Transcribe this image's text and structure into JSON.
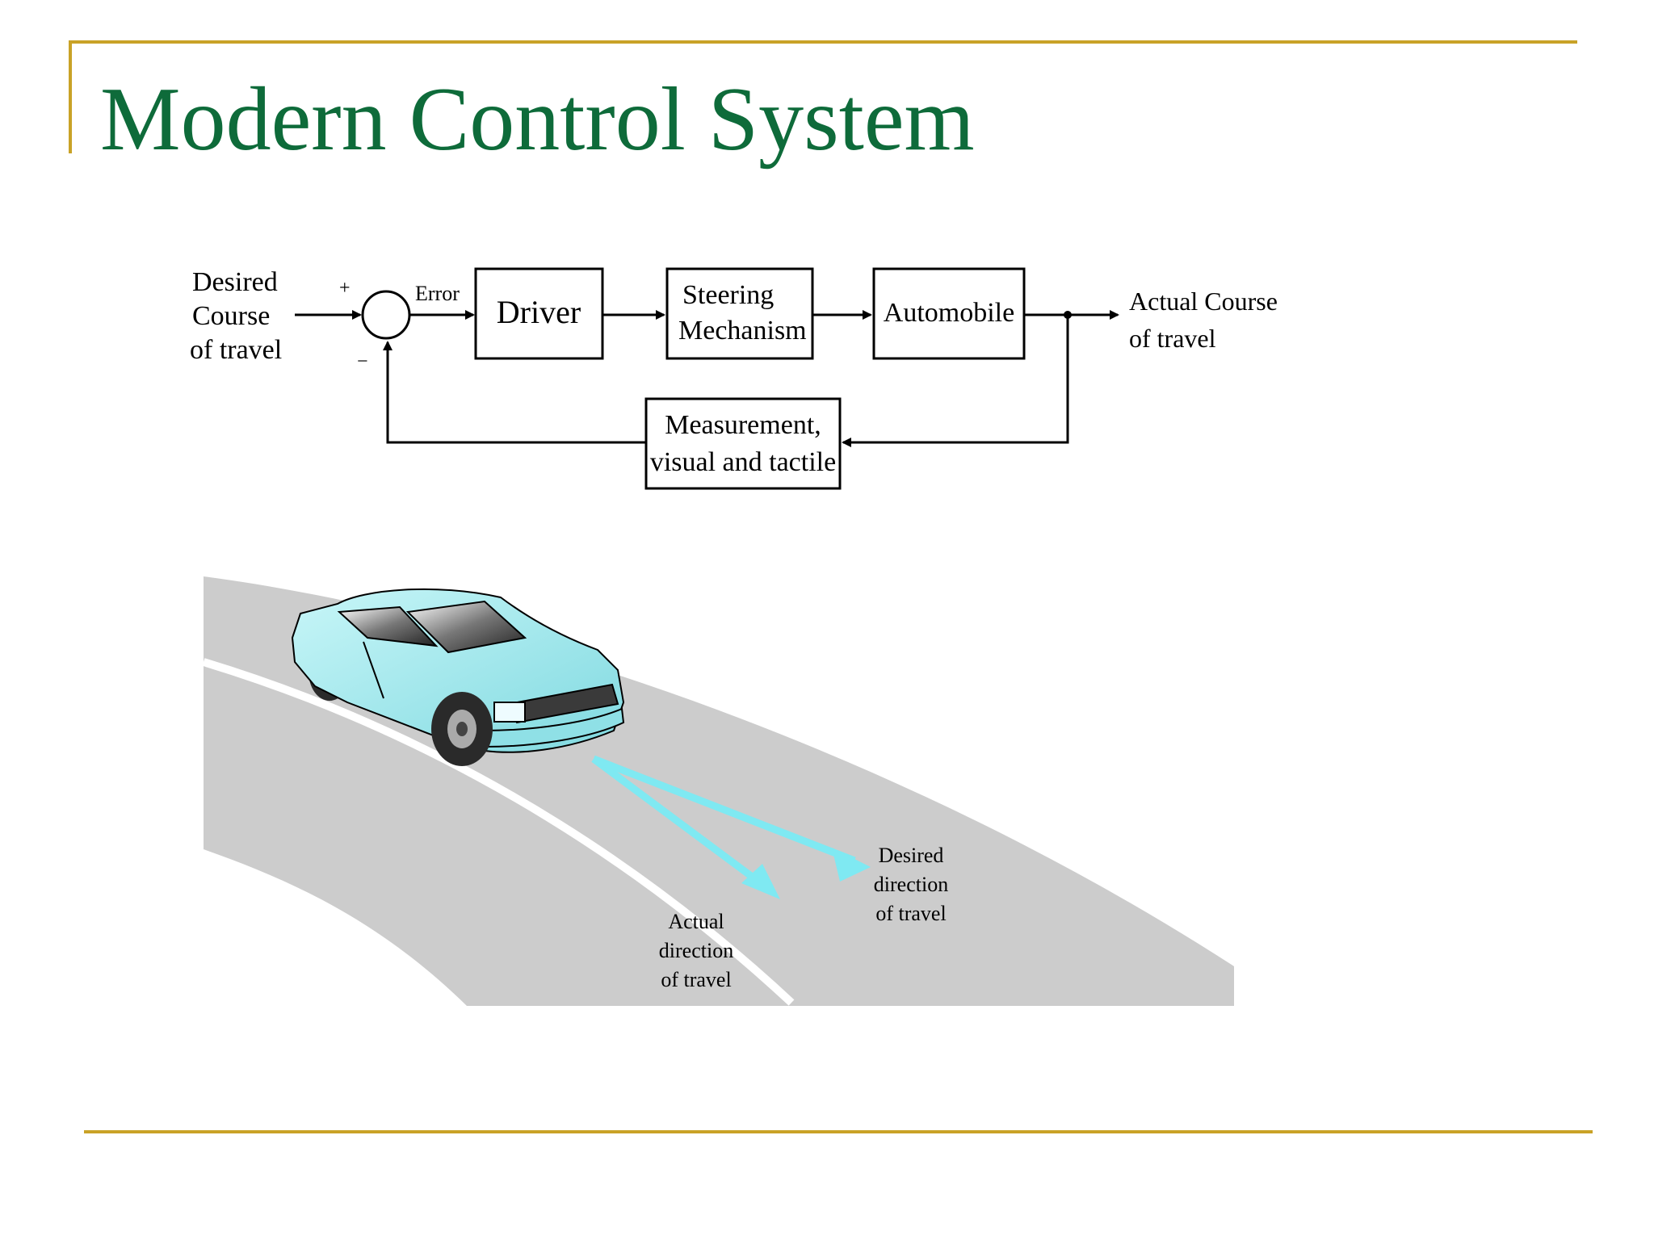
{
  "title": "Modern Control System",
  "block_diagram": {
    "input_label": [
      "Desired",
      "Course",
      "of travel"
    ],
    "plus_sign": "+",
    "minus_sign": "−",
    "error_label": "Error",
    "blocks": {
      "driver": [
        "Driver"
      ],
      "steering": [
        "Steering",
        "Mechanism"
      ],
      "automobile": [
        "Automobile"
      ],
      "measurement": [
        "Measurement,",
        "visual and tactile"
      ]
    },
    "output_label": [
      "Actual Course",
      "of travel"
    ]
  },
  "illustration": {
    "desired_direction_label": [
      "Desired",
      "direction",
      "of travel"
    ],
    "actual_direction_label": [
      "Actual",
      "direction",
      "of travel"
    ]
  },
  "colors": {
    "title": "#0E6B3A",
    "rule": "#C9A227",
    "road": "#CCCCCC",
    "car_body": "#9EE8EE",
    "arrow": "#7FE9F2"
  }
}
